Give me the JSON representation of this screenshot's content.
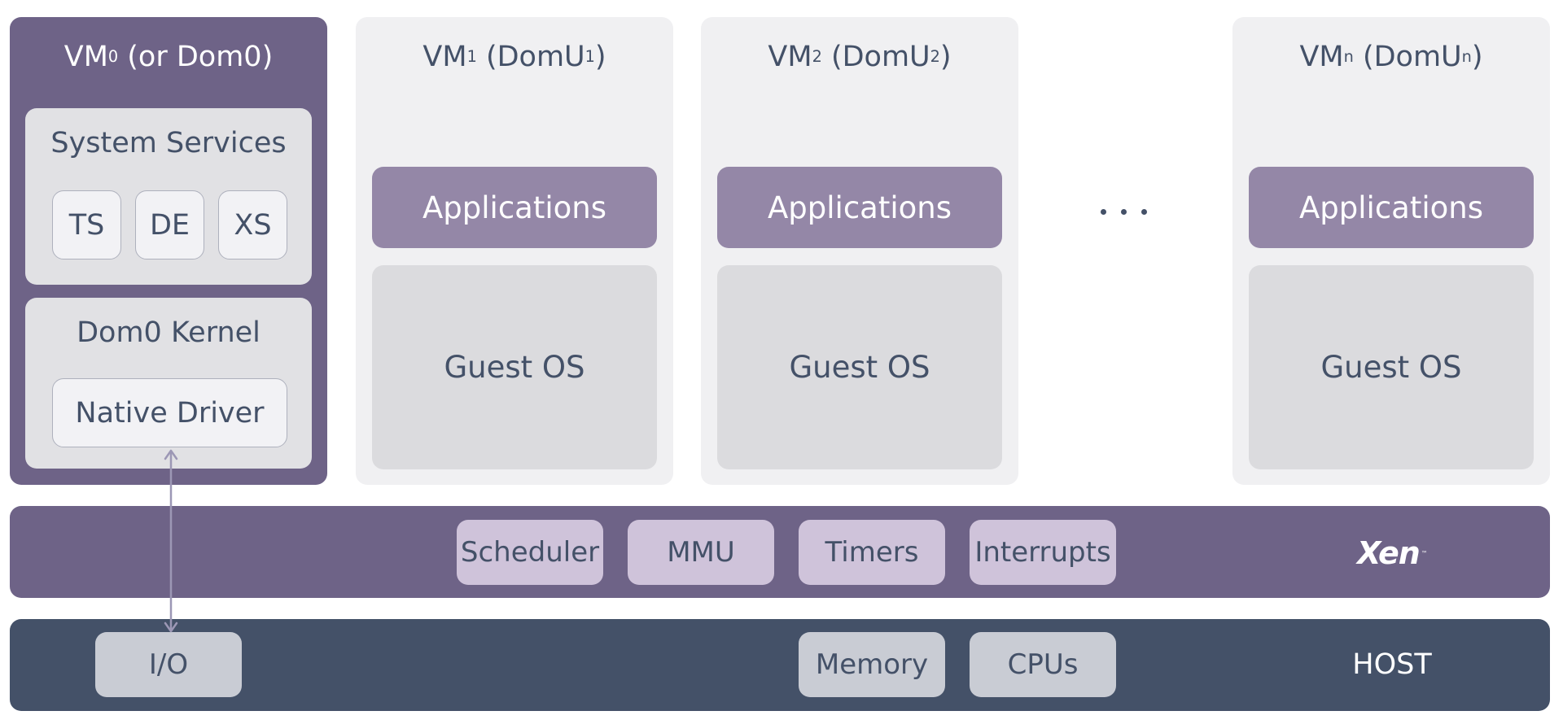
{
  "vm0": {
    "title_main": "VM",
    "title_sub": "0",
    "title_rest": " (or Dom0)",
    "system_services": {
      "title": "System Services",
      "items": [
        "TS",
        "DE",
        "XS"
      ]
    },
    "kernel": {
      "title": "Dom0 Kernel",
      "driver": "Native Driver"
    }
  },
  "guests": [
    {
      "title_main": "VM",
      "title_sub": "1",
      "title_mid": " (DomU",
      "title_sub2": "1",
      "title_end": ")",
      "apps": "Applications",
      "os": "Guest OS"
    },
    {
      "title_main": "VM",
      "title_sub": "2",
      "title_mid": " (DomU",
      "title_sub2": "2",
      "title_end": ")",
      "apps": "Applications",
      "os": "Guest OS"
    },
    {
      "title_main": "VM",
      "title_sub": "n",
      "title_mid": " (DomU",
      "title_sub2": "n",
      "title_end": ")",
      "apps": "Applications",
      "os": "Guest OS"
    }
  ],
  "hypervisor": {
    "components": [
      "Scheduler",
      "MMU",
      "Timers",
      "Interrupts"
    ],
    "logo_text": "Xen",
    "logo_tm": "™"
  },
  "host": {
    "resources": [
      "I/O",
      "Memory",
      "CPUs"
    ],
    "label": "HOST"
  },
  "colors": {
    "dom0_purple": "#6e6387",
    "applications": "#9487a7",
    "hypervisor_box": "#cfc3da",
    "host_navy": "#445168",
    "host_box": "#c9ccd4",
    "panel_gray": "#f0f0f2",
    "arrow": "#9c97b5"
  },
  "icons": {
    "ellipsis": "three-dots",
    "arrow": "double-headed-vertical-arrow"
  }
}
